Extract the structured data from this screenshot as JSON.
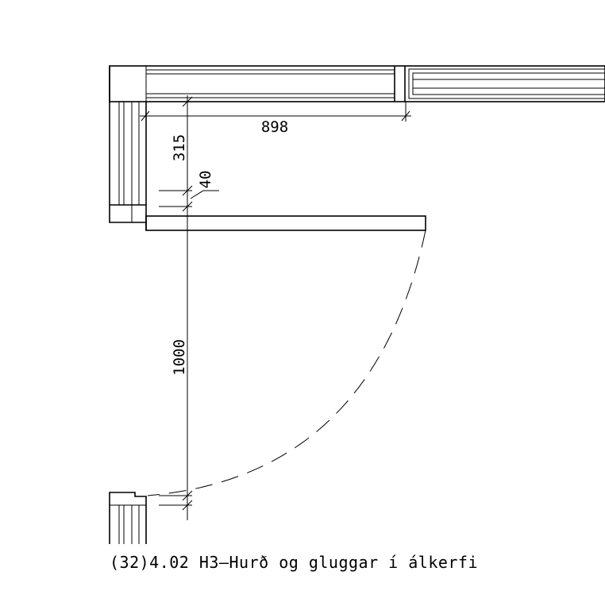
{
  "caption": "(32)4.02  H3–Hurð og gluggar í álkerfi",
  "dimensions": {
    "width_898": "898",
    "height_315": "315",
    "gap_40": "40",
    "door_1000": "1000"
  }
}
